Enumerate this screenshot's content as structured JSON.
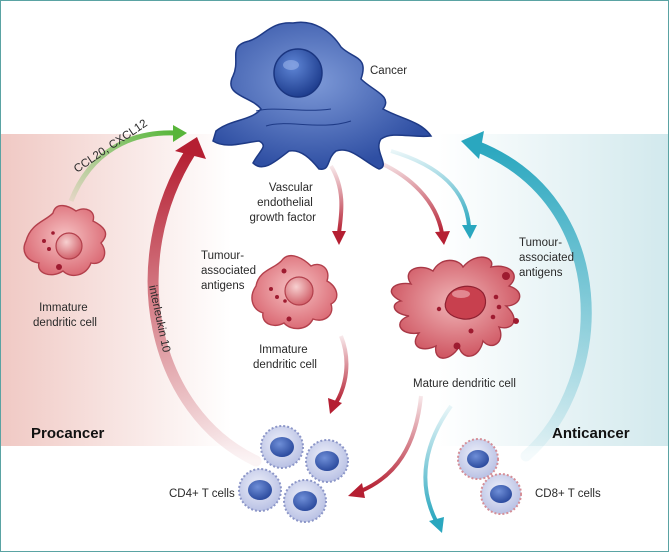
{
  "labels": {
    "cancer": "Cancer",
    "chemokines": "CCL20, CXCL12",
    "vegf": [
      "Vascular",
      "endothelial",
      "growth factor"
    ],
    "taa_left": [
      "Tumour-",
      "associated",
      "antigens"
    ],
    "taa_right": [
      "Tumour-",
      "associated",
      "antigens"
    ],
    "immature_dc_left": [
      "Immature",
      "dendritic cell"
    ],
    "immature_dc_center": [
      "Immature",
      "dendritic cell"
    ],
    "mature_dc": "Mature dendritic cell",
    "interleukin": "interleukin 10",
    "cd4": "CD4+ T cells",
    "cd8": "CD8+ T cells",
    "procancer": "Procancer",
    "anticancer": "Anticancer"
  },
  "colors": {
    "procancer_panel": "#f3d3cf",
    "anticancer_panel": "#d8ecef",
    "red_arrow": "#b51f32",
    "teal_arrow": "#2aa7bf",
    "green_arrow": "#58b53a",
    "cancer_cell": "#3f63b8",
    "dendritic_cell": "#e3848b",
    "t_cell": "#cdd3ec",
    "t_nucleus": "#3b5ba8"
  }
}
